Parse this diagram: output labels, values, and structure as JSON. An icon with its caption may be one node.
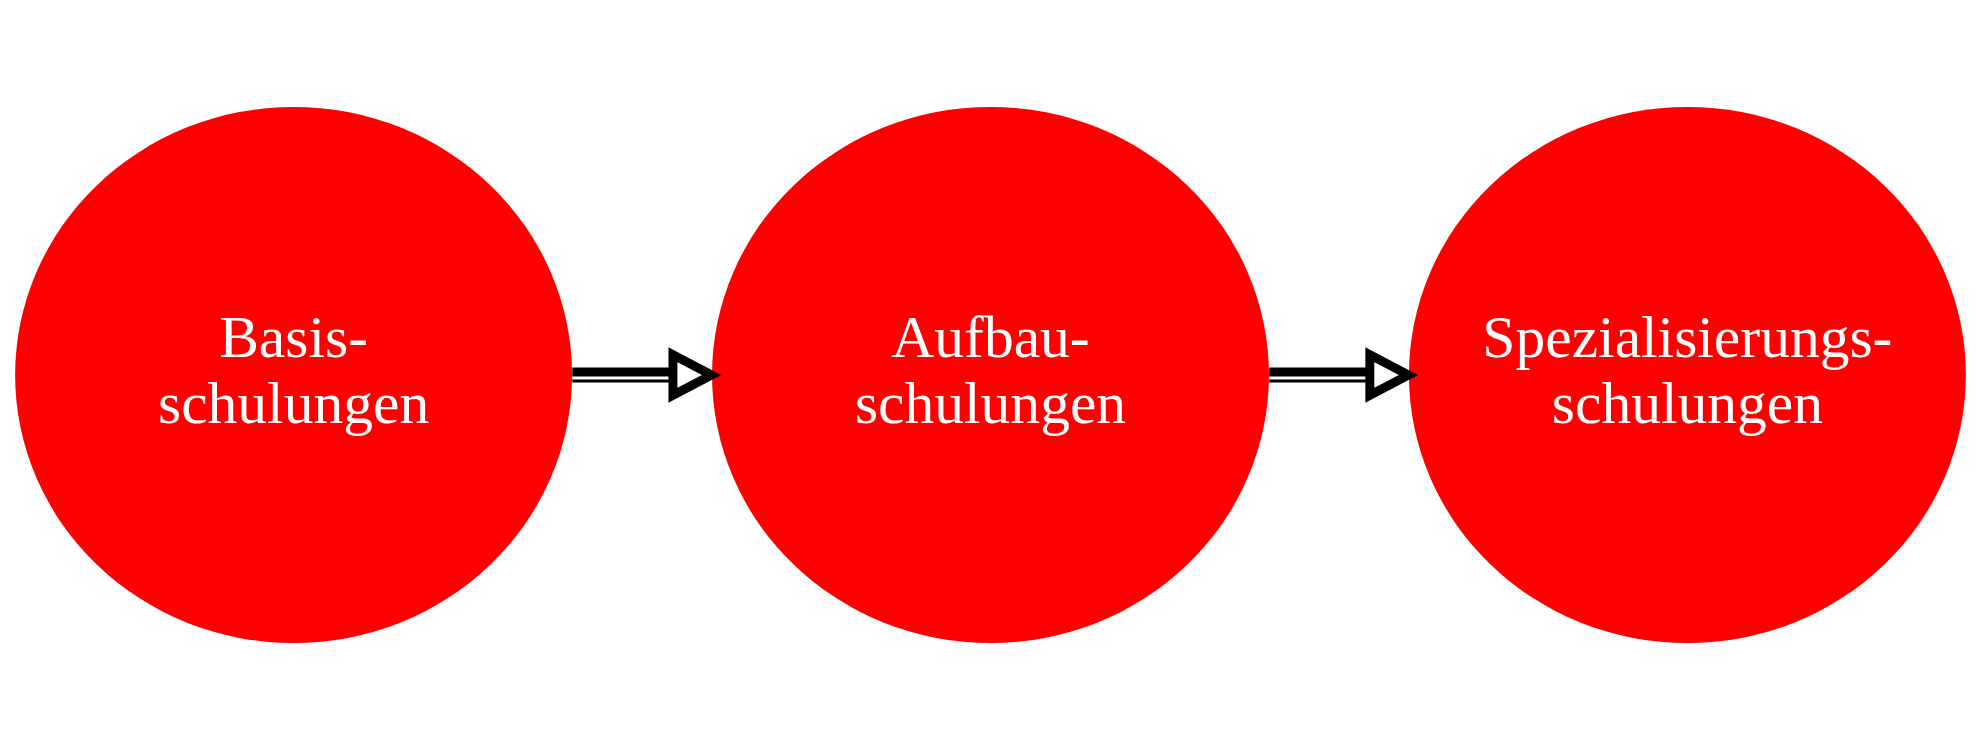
{
  "diagram": {
    "nodes": [
      {
        "text": [
          "Basis- schulungen"
        ]
      },
      {
        "text": [
          "Aufbau- schulungen"
        ]
      },
      {
        "text": [
          "Spezialisierungs- schulungen"
        ]
      }
    ],
    "edges": [
      {
        "from": 0,
        "to": 1,
        "arrow": "to"
      },
      {
        "from": 1,
        "to": 2,
        "arrow": "to"
      }
    ]
  }
}
